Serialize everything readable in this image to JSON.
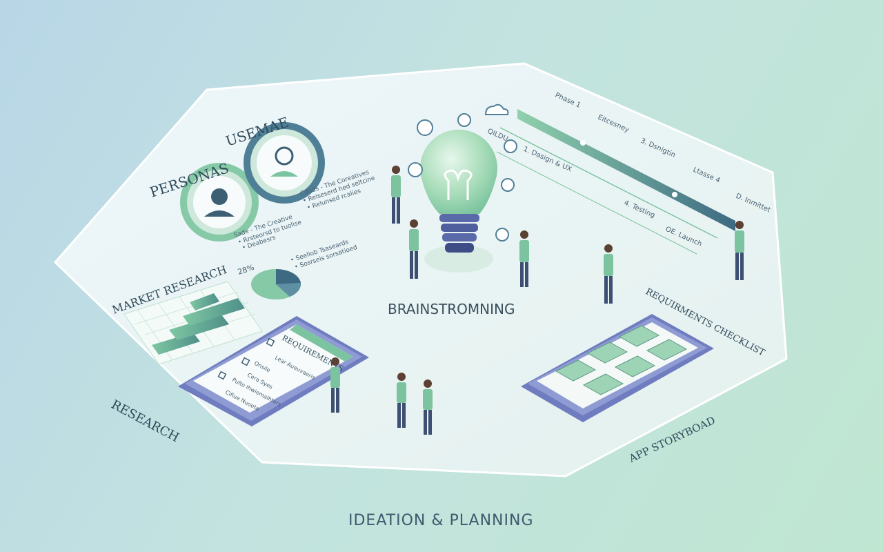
{
  "labels": {
    "brainstorming": "BRAINSTROMNING",
    "ideation": "IDEATION & PLANNING",
    "research": "RESEARCH",
    "app_storyboard": "APP STORYBOAD",
    "requirements_checklist": "REQUIRMENTS CHECKLIST",
    "market_research": "MARKET RESEARCH",
    "personas": "PERSONAS",
    "user_label": "USEMAE",
    "pie_percent": "28%",
    "requirements_tablet": "REQUIREMENTS"
  },
  "persona_notes": {
    "left": [
      "Sade - The Creative",
      "• Rrsteorsd to tuolise",
      "• Deabesrs"
    ],
    "right": [
      "Cdnds - The Coreatives",
      "• Reiseserd hed seltcine",
      "• Relunsed rcalies"
    ]
  },
  "pie_notes": [
    "• Seeliob Tsaseards",
    "• Sosrseis sorsatioed"
  ],
  "timeline": {
    "phases": [
      "Phase 1",
      "Eitcesney",
      "3. Dsnigtin",
      "Ltasse 4",
      "D. Inmittet"
    ],
    "lower": [
      "QILDU",
      "1. Dasign & UX",
      "4. Testing",
      "OE. Launch"
    ]
  },
  "checklist_items": [
    "Lear Aueuvaeris",
    "Onsile",
    "Cera Syes",
    "Pulto Ihwiemalhters",
    "Cifiue Nuoeta"
  ],
  "colors": {
    "accent_green": "#7cc49f",
    "dark_slate": "#3d5f74",
    "tablet_frame": "#7b86c4"
  }
}
